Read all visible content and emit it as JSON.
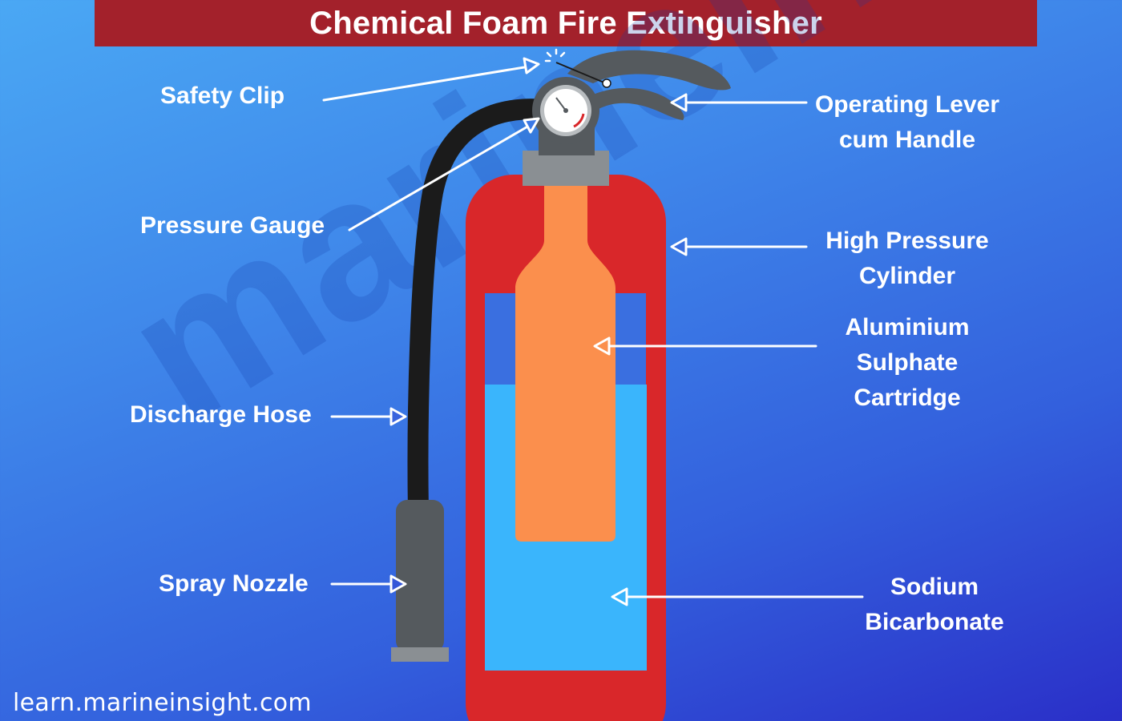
{
  "title": "Chemical Foam Fire  Extinguisher",
  "watermark": "marineinsight",
  "labels": {
    "safety_clip": "Safety Clip",
    "pressure_gauge": "Pressure Gauge",
    "discharge_hose": "Discharge Hose",
    "spray_nozzle": "Spray Nozzle",
    "operating_lever_1": "Operating Lever",
    "operating_lever_2": "cum Handle",
    "high_pressure_1": "High Pressure",
    "high_pressure_2": "Cylinder",
    "aluminium_1": "Aluminium",
    "aluminium_2": "Sulphate",
    "aluminium_3": "Cartridge",
    "sodium_1": "Sodium",
    "sodium_2": "Bicarbonate"
  },
  "footer": "learn.marineinsight.com",
  "colors": {
    "title_bar": "#a3212b",
    "cylinder": "#d9272a",
    "cartridge": "#fb8f4d",
    "liquid": "#3ab5fc",
    "hose": "#1b1b1b",
    "metal": "#555a5e"
  }
}
